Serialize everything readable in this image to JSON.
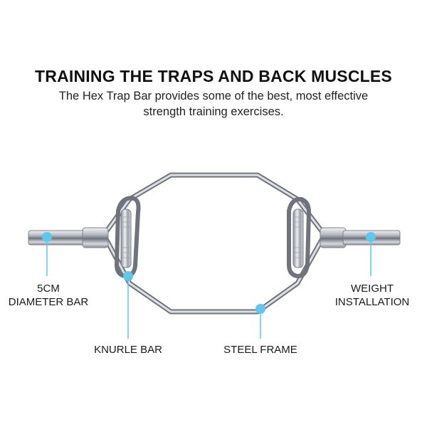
{
  "header": {
    "title": "TRAINING THE TRAPS AND BACK MUSCLES",
    "subtitle": "The Hex Trap Bar provides some of the best, most effective strength training exercises."
  },
  "callouts": {
    "diameter": {
      "line1": "5CM",
      "line2": "DIAMETER BAR"
    },
    "knurle": "KNURLE BAR",
    "steel_frame": "STEEL FRAME",
    "weight": {
      "line1": "WEIGHT",
      "line2": "INSTALLATION"
    }
  },
  "colors": {
    "accent": "#5bc8ec",
    "chrome": "#c9ccd1",
    "text": "#1a1a1a"
  }
}
